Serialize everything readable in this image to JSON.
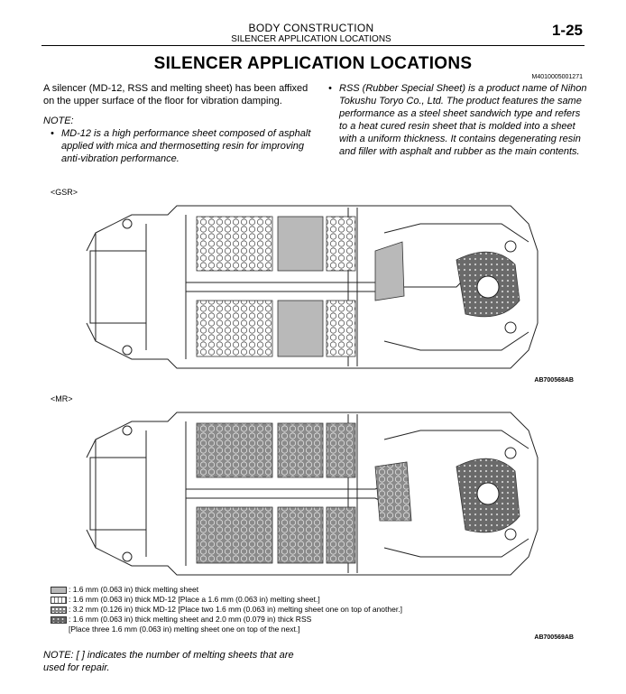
{
  "header": {
    "section": "BODY CONSTRUCTION",
    "subsection": "SILENCER APPLICATION LOCATIONS",
    "page_number": "1-25"
  },
  "title": "SILENCER APPLICATION LOCATIONS",
  "doc_code": "M4010005001271",
  "intro": "A silencer (MD-12, RSS and melting sheet) has been affixed on the upper surface of the floor for vibration damping.",
  "note_label": "NOTE:",
  "note_bullets": [
    "MD-12 is a high performance sheet composed of asphalt applied with mica and thermosetting resin for improving anti-vibration performance."
  ],
  "right_bullets": [
    "RSS (Rubber Special Sheet) is a product name of Nihon Tokushu Toryo Co., Ltd. The product features the same performance as a steel sheet sandwich type and refers to a heat cured resin sheet that is molded into a sheet with a uniform thickness. It contains degenerating resin and filler with asphalt and rubber as the main contents."
  ],
  "diagrams": [
    {
      "label": "<GSR>",
      "figure_code": "AB700568AB"
    },
    {
      "label": "<MR>",
      "figure_code": "AB700569AB"
    }
  ],
  "legend": [
    {
      "swatch": "melting-sheet",
      "text": ": 1.6 mm (0.063 in) thick melting sheet"
    },
    {
      "swatch": "md-12",
      "text": ": 1.6 mm (0.063 in) thick MD-12 [Place a 1.6 mm (0.063 in) melting sheet.]"
    },
    {
      "swatch": "double-melting",
      "text": ": 3.2 mm (0.126 in) thick MD-12 [Place two 1.6 mm (0.063 in) melting sheet one on top of another.]"
    },
    {
      "swatch": "rss",
      "text": ": 1.6 mm (0.063 in) thick melting sheet and 2.0 mm (0.079 in) thick RSS"
    }
  ],
  "legend_continuation": "[Place three 1.6 mm (0.063 in) melting sheet one on top of the next.]",
  "footer_note": "NOTE: [ ] indicates the number of melting sheets that are used for repair.",
  "colors": {
    "melting_sheet": "#b9b9b9",
    "md12": "#ffffff",
    "rss": "#666666",
    "line": "#000000"
  }
}
